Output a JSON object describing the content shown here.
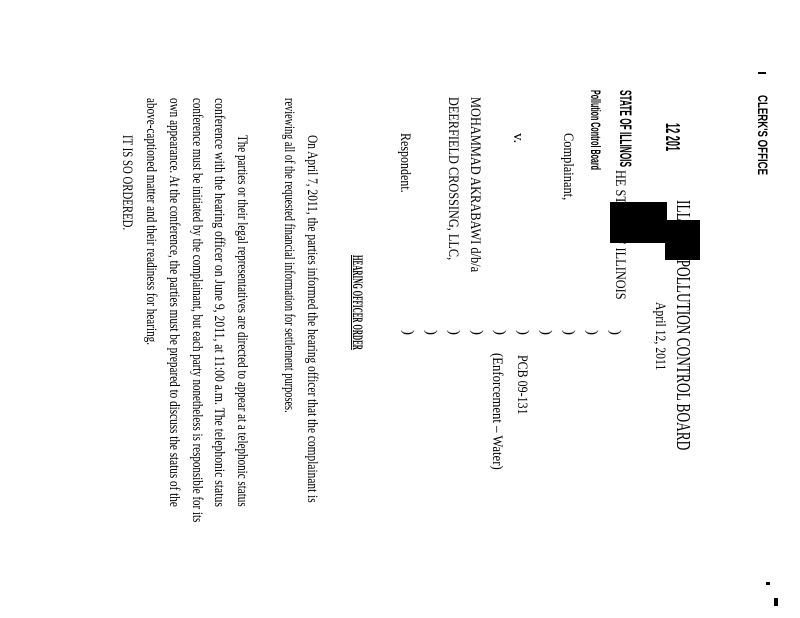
{
  "stamp": {
    "clerk": "CLERK'S OFFICE",
    "date": "12 201",
    "state": "STATE OF ILLINOIS",
    "board": "Pollution Control Board"
  },
  "header": {
    "title": "ILLINOIS POLLUTION CONTROL BOARD",
    "date": "April 12, 2011"
  },
  "caption": {
    "complainant_name": "HE STATE OF ILLINOIS",
    "complainant_role": "Complainant,",
    "versus": "v.",
    "respondent_name_1": "MOHAMMAD AKRABAWI d/b/a",
    "respondent_name_2": "DEERFIELD CROSSING, LLC,",
    "respondent_role": "Respondent.",
    "case_number": "PCB 09-131",
    "case_type": "(Enforcement – Water)",
    "paren": ")"
  },
  "order": {
    "heading": "HEARING OFFICER ORDER",
    "lines": [
      "On April 7, 2011, the parties informed the hearing officer that the complainant is",
      "reviewing all of the requested financial information for settlement purposes.",
      "The parties or their legal representatives are directed to appear at a telephonic status",
      "conference with the hearing officer on June 9, 2011, at 11:00 a.m.  The telephonic status",
      "conference must be initiated by the complainant, but each party nonetheless is responsible for its",
      "own appearance.  At the conference, the parties must be prepared to discuss the status of the",
      "above-captioned matter and their readiness for hearing."
    ],
    "closing": "IT IS SO ORDERED."
  }
}
